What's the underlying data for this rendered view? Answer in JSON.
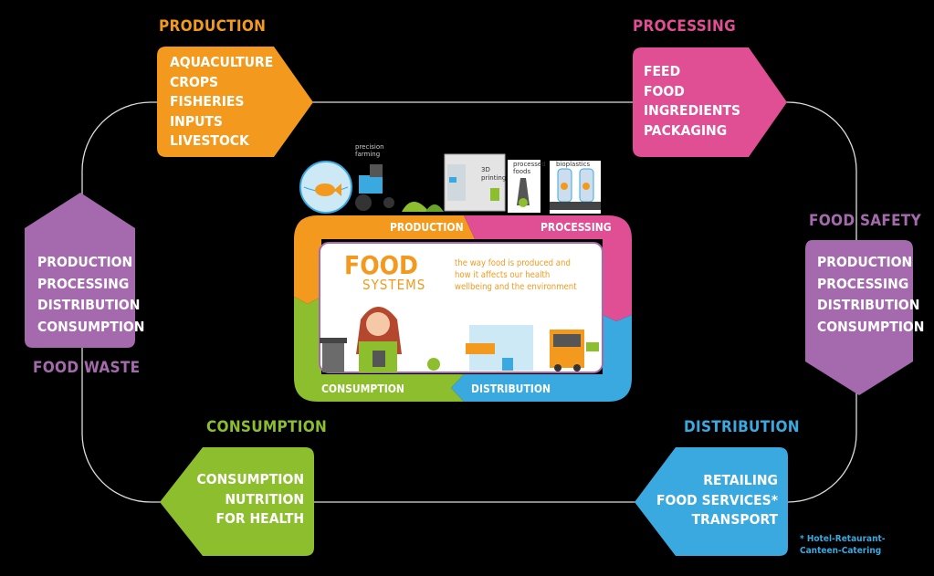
{
  "production": {
    "title": "PRODUCTION",
    "items": [
      "AQUACULTURE",
      "CROPS",
      "FISHERIES",
      "INPUTS",
      "LIVESTOCK"
    ],
    "color": "#F39A1E"
  },
  "processing": {
    "title": "PROCESSING",
    "items": [
      "FEED",
      "FOOD",
      "INGREDIENTS",
      "PACKAGING"
    ],
    "color": "#E04E93"
  },
  "distribution": {
    "title": "DISTRIBUTION",
    "items": [
      "RETAILING",
      "FOOD SERVICES*",
      "TRANSPORT"
    ],
    "color": "#3AA9E0",
    "footnote": [
      "* Hotel-Retaurant-",
      "Canteen-Catering"
    ]
  },
  "consumption": {
    "title": "CONSUMPTION",
    "items": [
      "CONSUMPTION",
      "NUTRITION",
      "FOR HEALTH"
    ],
    "color": "#8DBE2D"
  },
  "food_waste": {
    "title": "FOOD WASTE",
    "items": [
      "PRODUCTION",
      "PROCESSING",
      "DISTRIBUTION",
      "CONSUMPTION"
    ],
    "color": "#A56AAE"
  },
  "food_safety": {
    "title": "FOOD SAFETY",
    "items": [
      "PRODUCTION",
      "PROCESSING",
      "DISTRIBUTION",
      "CONSUMPTION"
    ],
    "color": "#A56AAE"
  },
  "center": {
    "ring_labels": {
      "production": "PRODUCTION",
      "processing": "PROCESSING",
      "consumption": "CONSUMPTION",
      "distribution": "DISTRIBUTION"
    },
    "logo_line1": "FOOD",
    "logo_line2": "SYSTEMS",
    "tagline": [
      "the way food is produced and",
      "how it affects our health",
      "wellbeing and the environment"
    ],
    "icon_tags": {
      "precision_farming": [
        "precision",
        "farming"
      ],
      "printing": [
        "3D",
        "printing"
      ],
      "processed_foods": [
        "processed",
        "foods"
      ],
      "bioplastics": [
        "bioplastics"
      ]
    }
  }
}
